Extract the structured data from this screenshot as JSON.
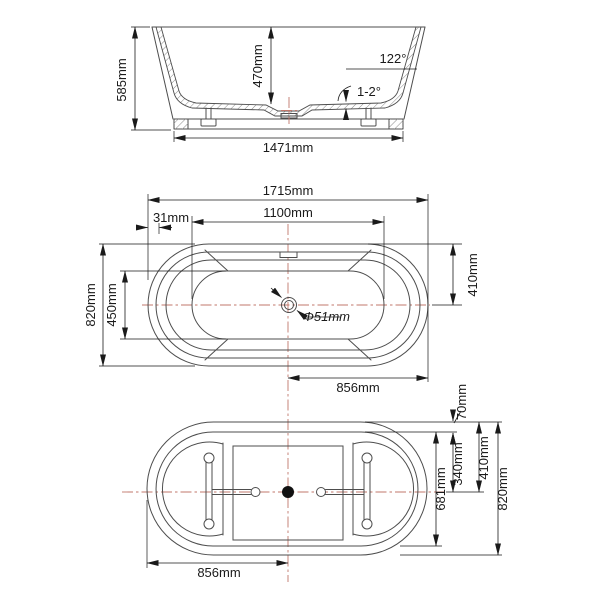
{
  "colors": {
    "outline": "#4d4d4d",
    "dimension": "#1a1a1a",
    "centerline": "#c1776b",
    "background": "#ffffff"
  },
  "labels": {
    "side": {
      "height": "585mm",
      "depth": "470mm",
      "base": "1471mm",
      "angle_top": "122°",
      "angle_floor": "1-2°"
    },
    "plan": {
      "length": "1715mm",
      "inner_length": "1100mm",
      "rim": "31mm",
      "width": "820mm",
      "inner_width": "450mm",
      "half_width": "410mm",
      "drain": "Φ51mm",
      "center_to_end": "856mm"
    },
    "bottom": {
      "rim_gap": "70mm",
      "center_to_inner": "340mm",
      "half_width": "410mm",
      "inner_width": "681mm",
      "width": "820mm",
      "end_to_center": "856mm"
    }
  }
}
